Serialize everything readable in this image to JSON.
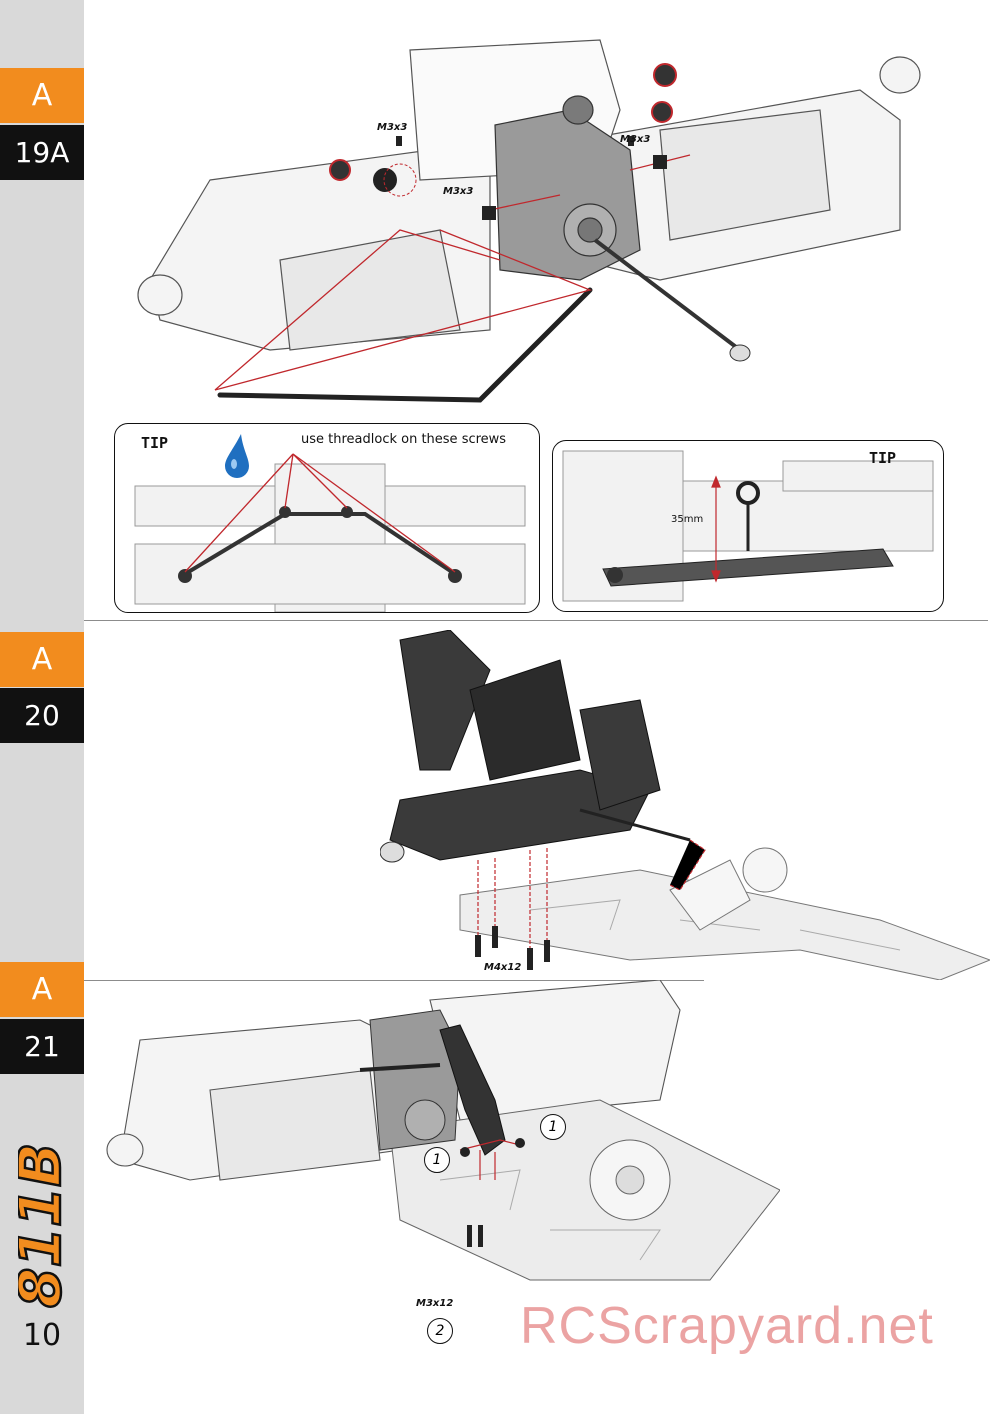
{
  "sidebar": {
    "steps": [
      {
        "section": "A",
        "step": "19A"
      },
      {
        "section": "A",
        "step": "20"
      },
      {
        "section": "A",
        "step": "21"
      }
    ],
    "logo_text": "811B",
    "page_number": "10"
  },
  "step19a": {
    "callouts": [
      "M3x3",
      "M3x3",
      "M3x3"
    ],
    "tip_left": {
      "label": "TIP",
      "text": "use threadlock on these screws"
    },
    "tip_right": {
      "label": "TIP",
      "dimension": "35mm"
    }
  },
  "step20": {
    "callout": "M4x12"
  },
  "step21": {
    "callout": "M3x12",
    "markers": [
      "1",
      "1",
      "2"
    ]
  },
  "watermark": "RCScrapyard.net",
  "colors": {
    "accent": "#f28c1e",
    "dark": "#111111",
    "sidebar": "#d9d9d9",
    "guide": "#c0282d"
  }
}
